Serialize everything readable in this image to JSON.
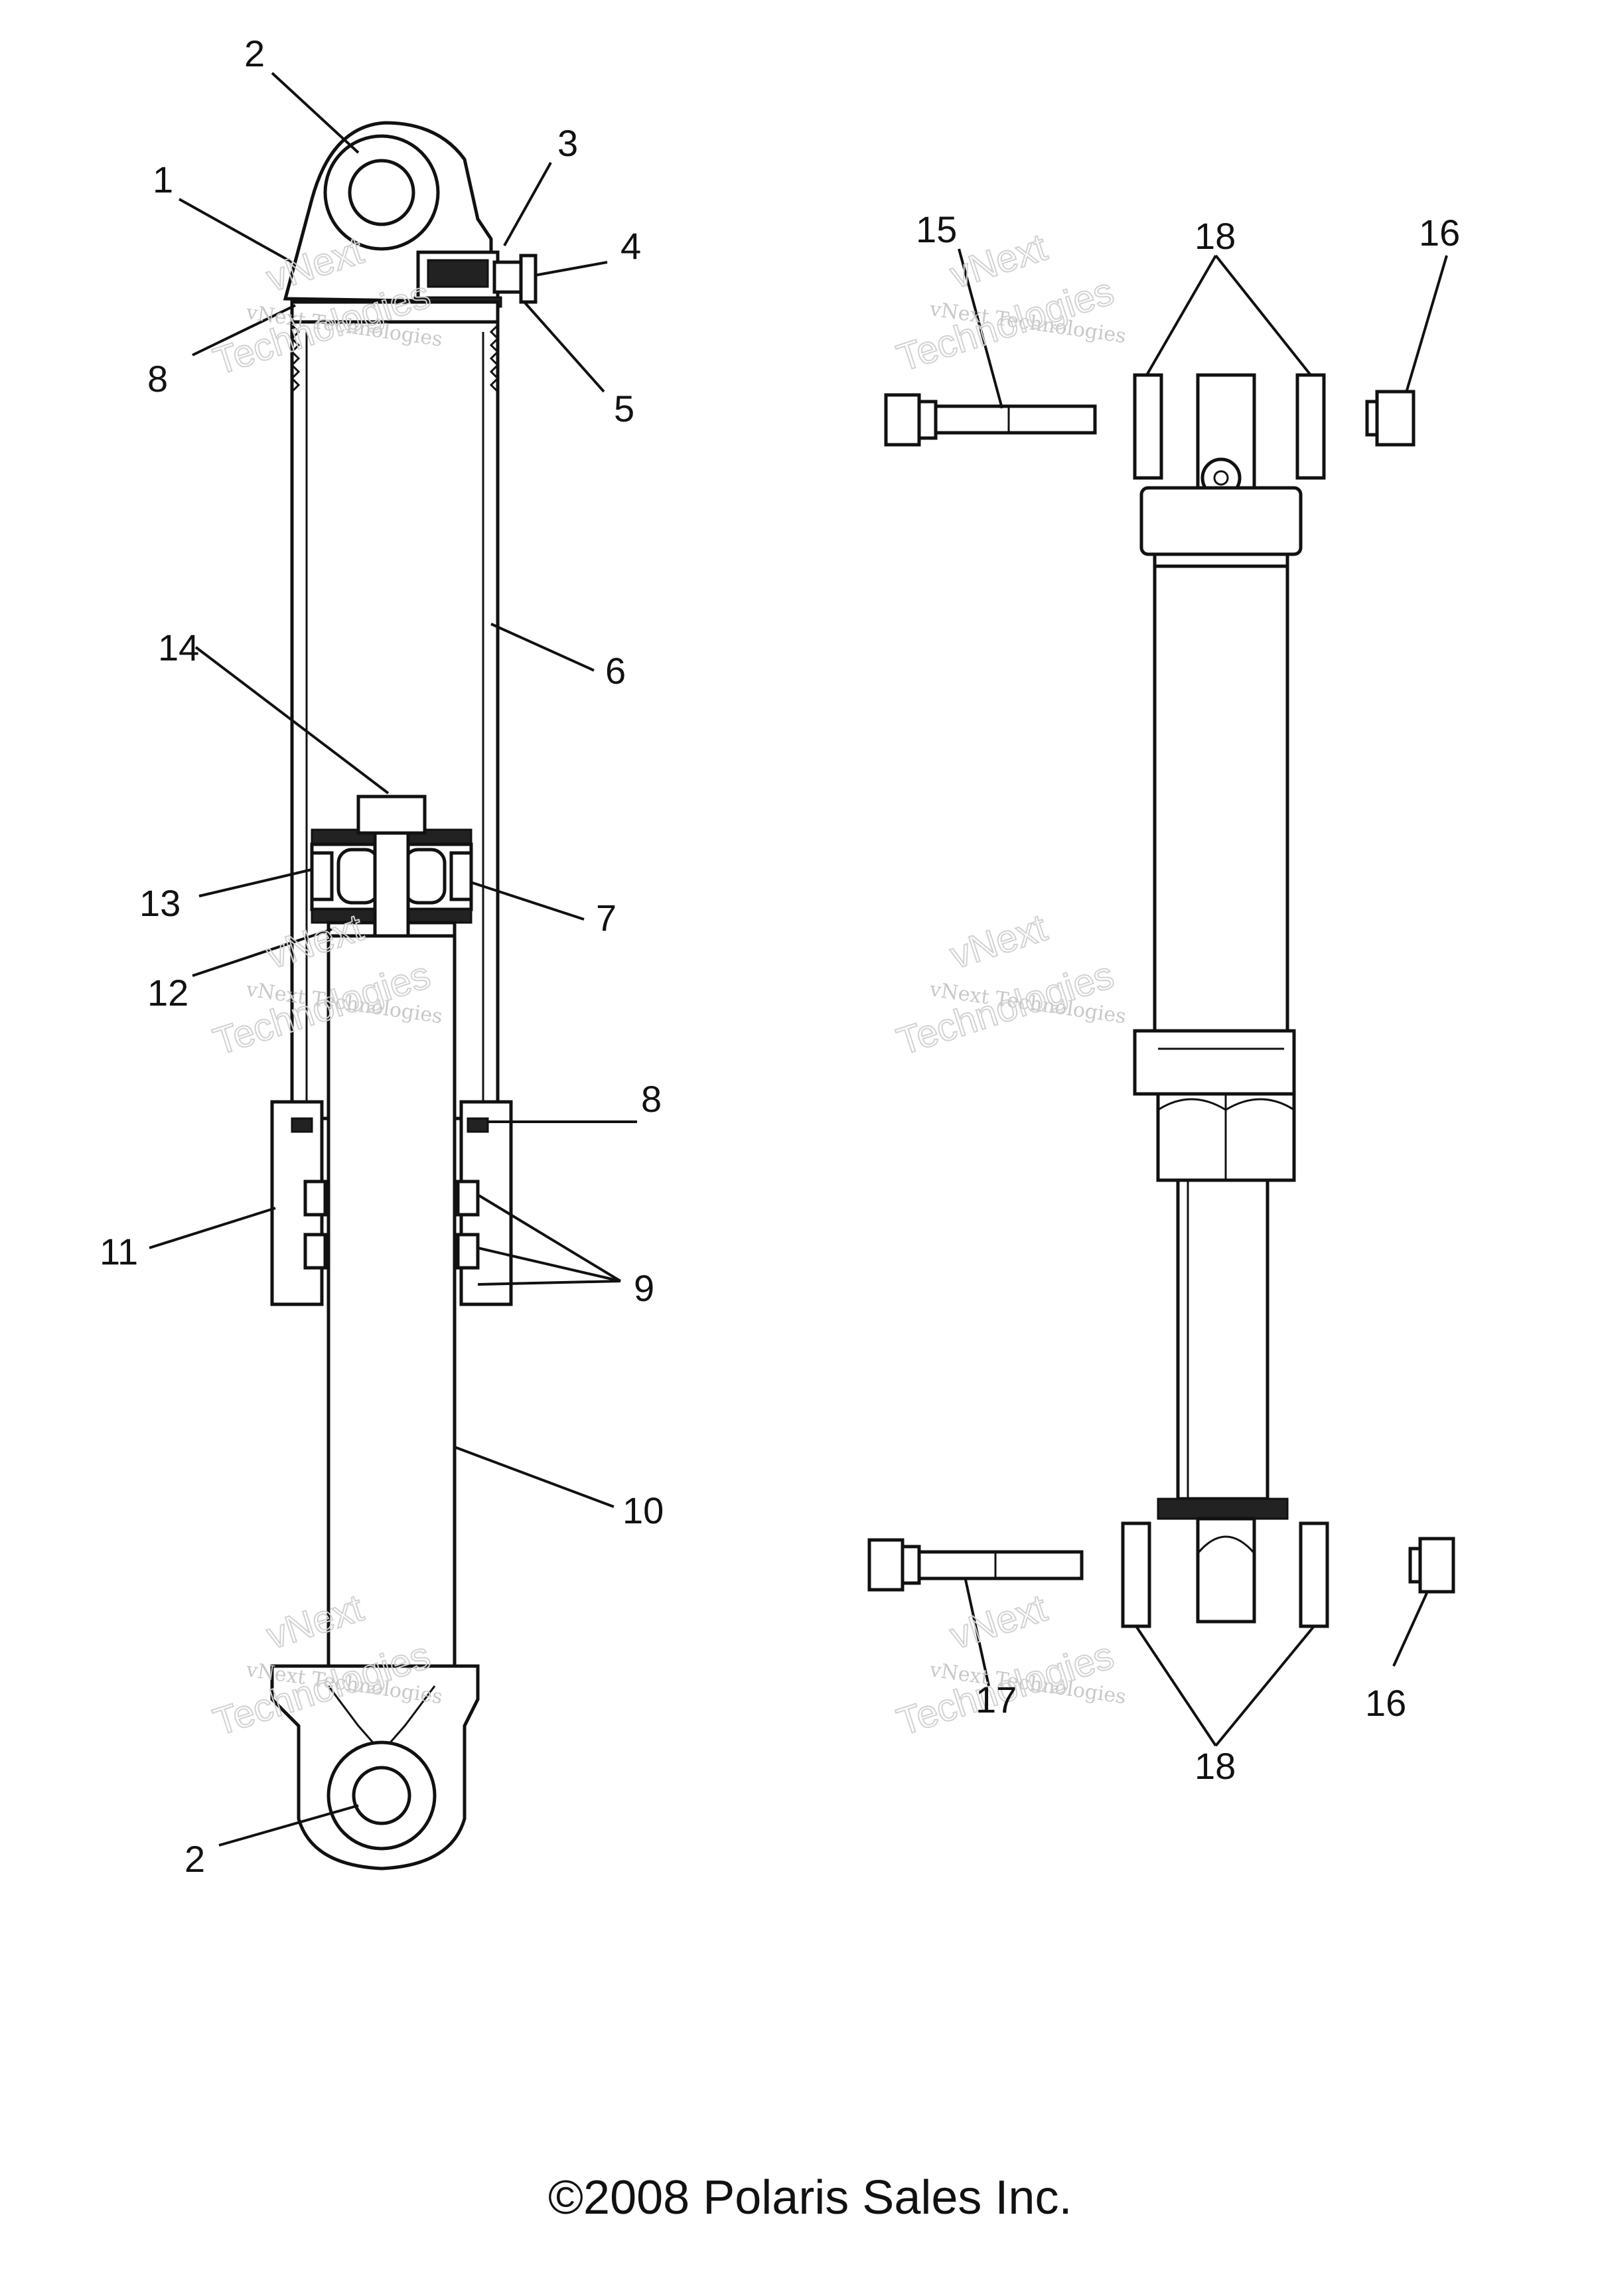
{
  "callouts": {
    "c1": "1",
    "c2a": "2",
    "c2b": "2",
    "c3": "3",
    "c4": "4",
    "c5": "5",
    "c6": "6",
    "c7": "7",
    "c8a": "8",
    "c8b": "8",
    "c9": "9",
    "c10": "10",
    "c11": "11",
    "c12": "12",
    "c13": "13",
    "c14": "14",
    "c15": "15",
    "c16a": "16",
    "c16b": "16",
    "c17": "17",
    "c18a": "18",
    "c18b": "18"
  },
  "watermark": {
    "line1": "vNext Technologies",
    "line2": "vNext",
    "line3": "Technologies"
  },
  "footer": {
    "copyright": "©2008 Polaris Sales Inc."
  }
}
